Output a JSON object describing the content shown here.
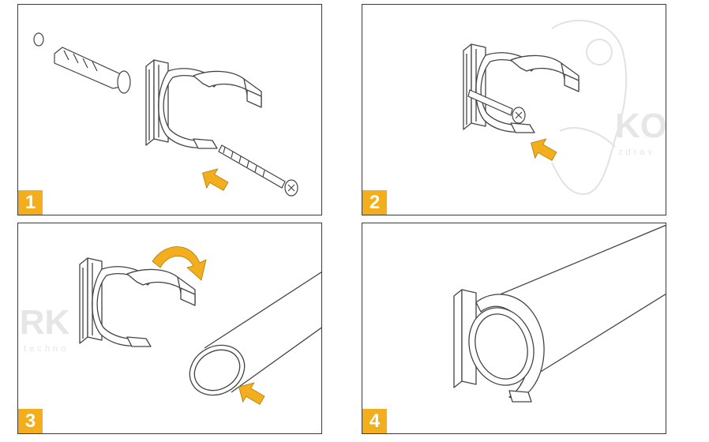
{
  "steps": [
    {
      "number": "1"
    },
    {
      "number": "2"
    },
    {
      "number": "3"
    },
    {
      "number": "4"
    }
  ],
  "colors": {
    "accent": "#f2ae1c",
    "line": "#3a3a3a",
    "watermark": "#e2e2e2"
  },
  "watermark": {
    "brand_right": "KO",
    "brand_left": "ARK",
    "tagline_right": "zdrav",
    "tagline_left": "a techno"
  }
}
